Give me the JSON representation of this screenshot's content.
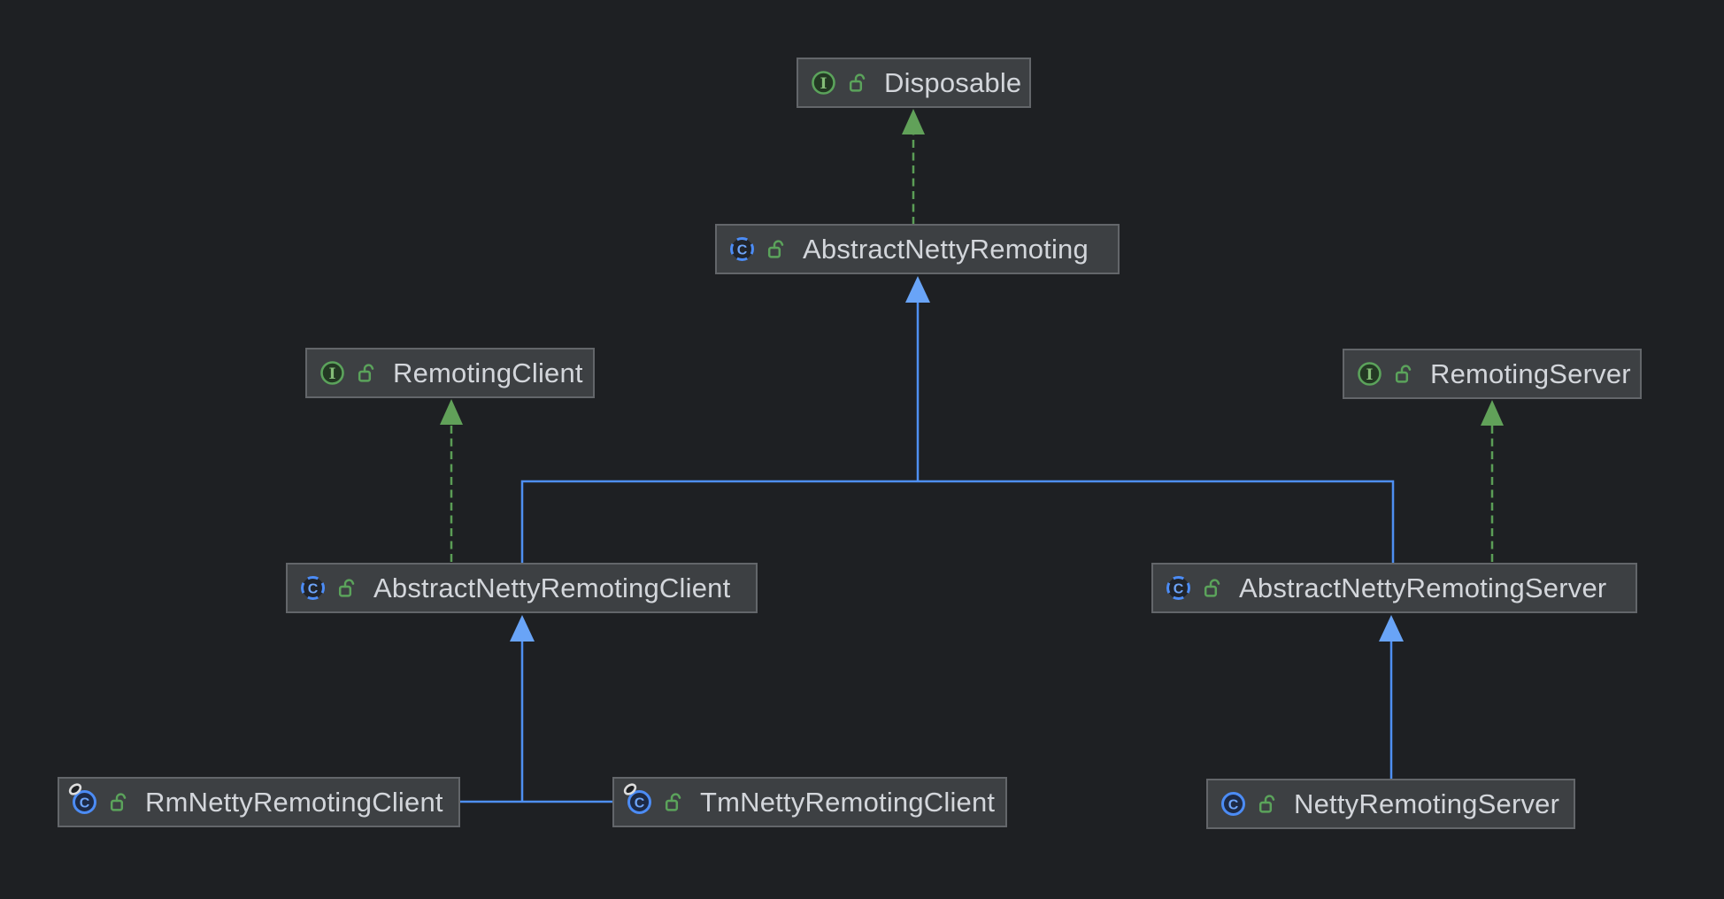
{
  "diagram": {
    "background_color": "#1e2023",
    "node_style": {
      "fill": "#3d4043",
      "border": "#63666a",
      "text_color": "#d3d6db"
    },
    "colors": {
      "implements_green": "#5b9d56",
      "implements_arrow_green": "#61a159",
      "extends_blue": "#4e8ff2",
      "extends_arrow_blue": "#69a4f7",
      "interface_icon_green": "#5ba35b",
      "class_icon_blue": "#4c8cf5",
      "lock_icon_green": "#5ba35b"
    },
    "nodes": [
      {
        "id": "disposable",
        "label": "Disposable",
        "kind": "interface",
        "visibility": "public"
      },
      {
        "id": "abstract-netty-remoting",
        "label": "AbstractNettyRemoting",
        "kind": "abstract-class",
        "visibility": "public"
      },
      {
        "id": "remoting-client",
        "label": "RemotingClient",
        "kind": "interface",
        "visibility": "public"
      },
      {
        "id": "remoting-server",
        "label": "RemotingServer",
        "kind": "interface",
        "visibility": "public"
      },
      {
        "id": "abstract-netty-remoting-client",
        "label": "AbstractNettyRemotingClient",
        "kind": "abstract-class",
        "visibility": "public"
      },
      {
        "id": "abstract-netty-remoting-server",
        "label": "AbstractNettyRemotingServer",
        "kind": "abstract-class",
        "visibility": "public"
      },
      {
        "id": "rm-netty-remoting-client",
        "label": "RmNettyRemotingClient",
        "kind": "class",
        "decorator": "ring",
        "visibility": "public"
      },
      {
        "id": "tm-netty-remoting-client",
        "label": "TmNettyRemotingClient",
        "kind": "class",
        "decorator": "ring",
        "visibility": "public"
      },
      {
        "id": "netty-remoting-server",
        "label": "NettyRemotingServer",
        "kind": "class",
        "visibility": "public"
      }
    ],
    "edges": [
      {
        "from": "AbstractNettyRemoting",
        "to": "Disposable",
        "relation": "implements"
      },
      {
        "from": "AbstractNettyRemotingClient",
        "to": "RemotingClient",
        "relation": "implements"
      },
      {
        "from": "AbstractNettyRemotingServer",
        "to": "RemotingServer",
        "relation": "implements"
      },
      {
        "from": "AbstractNettyRemotingClient",
        "to": "AbstractNettyRemoting",
        "relation": "extends"
      },
      {
        "from": "AbstractNettyRemotingServer",
        "to": "AbstractNettyRemoting",
        "relation": "extends"
      },
      {
        "from": "RmNettyRemotingClient",
        "to": "AbstractNettyRemotingClient",
        "relation": "extends"
      },
      {
        "from": "TmNettyRemotingClient",
        "to": "AbstractNettyRemotingClient",
        "relation": "extends"
      },
      {
        "from": "NettyRemotingServer",
        "to": "AbstractNettyRemotingServer",
        "relation": "extends"
      }
    ]
  }
}
